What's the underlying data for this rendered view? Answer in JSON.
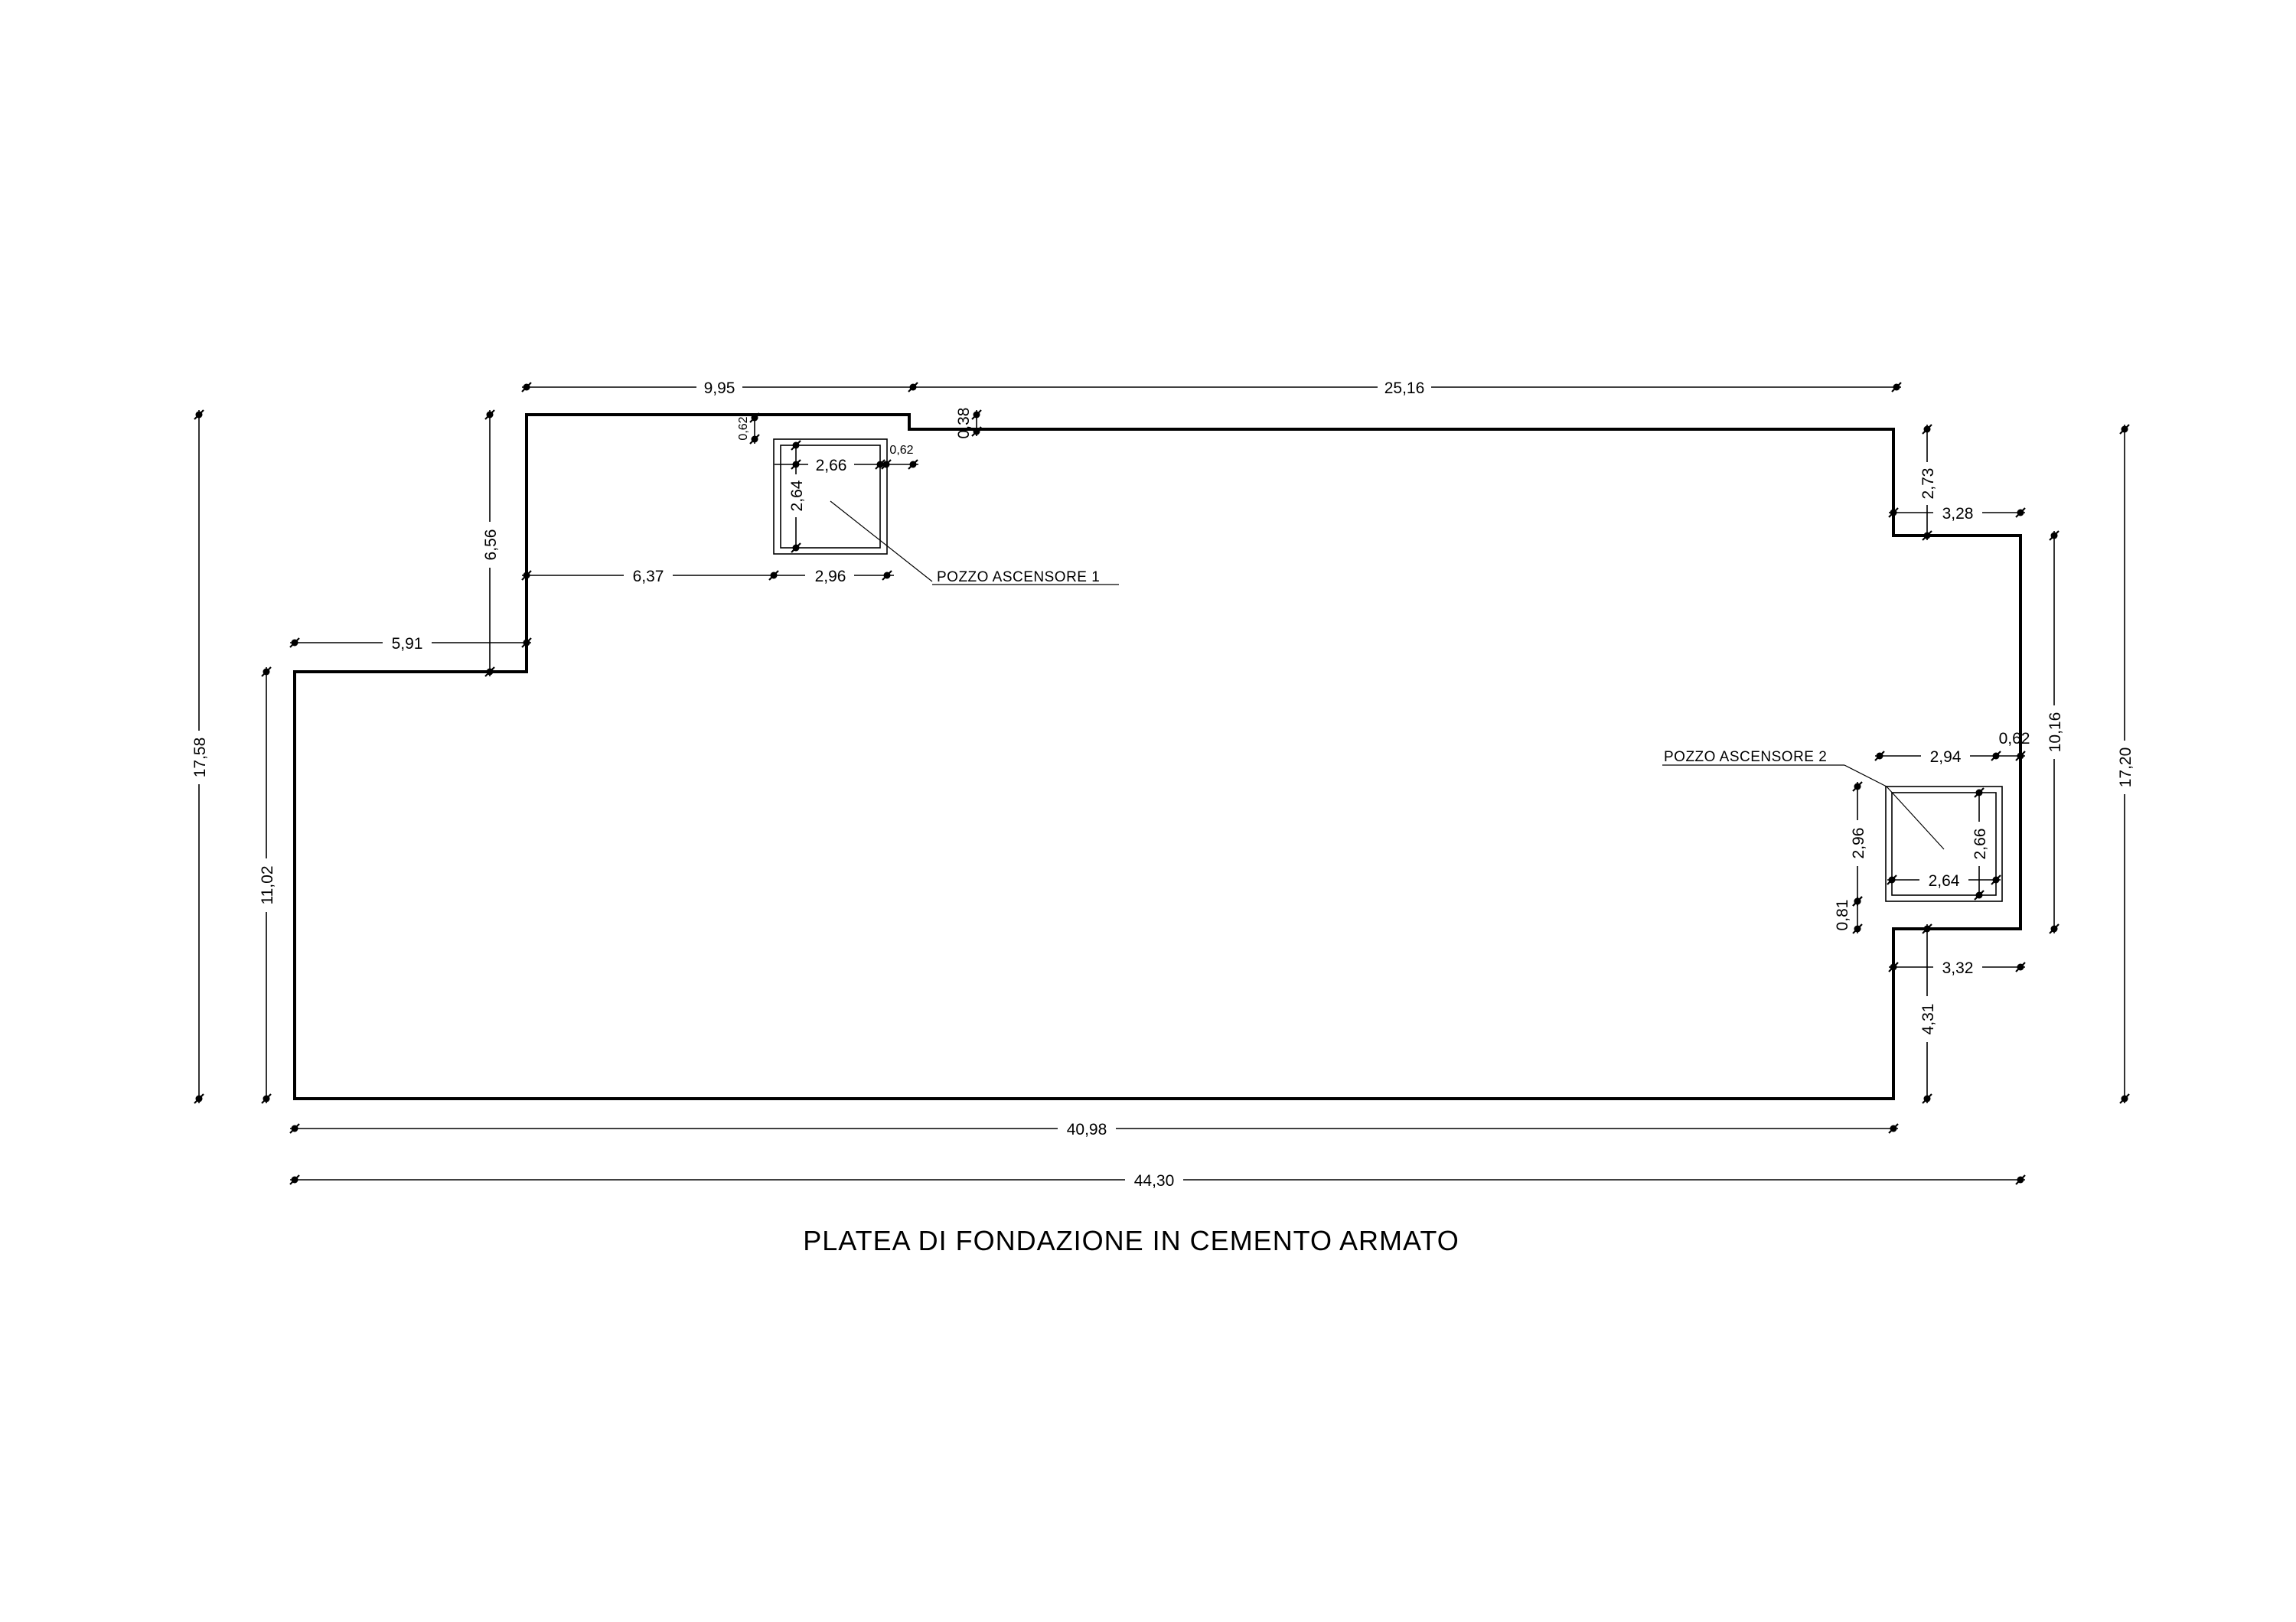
{
  "drawing": {
    "title": "PLATEA DI FONDAZIONE IN CEMENTO ARMATO",
    "callouts": {
      "shaft1": "POZZO ASCENSORE 1",
      "shaft2": "POZZO ASCENSORE 2"
    },
    "dimensions": {
      "top_left_width": "9,95",
      "top_right_width": "25,16",
      "notch_height": "0,38",
      "shaft1_offset_top": "0,62",
      "shaft1_offset_right": "0,62",
      "shaft1_width": "2,66",
      "shaft1_height": "2,64",
      "upper_wing_height": "6,56",
      "shaft1_offset_left": "6,37",
      "shaft1_depth": "2,96",
      "left_step_width": "5,91",
      "left_height": "11,02",
      "overall_left_height": "17,58",
      "right_step_height": "2,73",
      "right_top_step_width": "3,28",
      "right_bay_height": "10,16",
      "overall_right_height": "17,20",
      "shaft2_offset_right": "0,62",
      "shaft2_width": "2,94",
      "shaft2_depth": "2,96",
      "shaft2_inner_height": "2,66",
      "shaft2_inner_width": "2,64",
      "shaft2_offset_bottom": "0,81",
      "right_bottom_step_width": "3,32",
      "right_lower_height": "4,31",
      "bottom_width": "40,98",
      "overall_width": "44,30"
    }
  }
}
